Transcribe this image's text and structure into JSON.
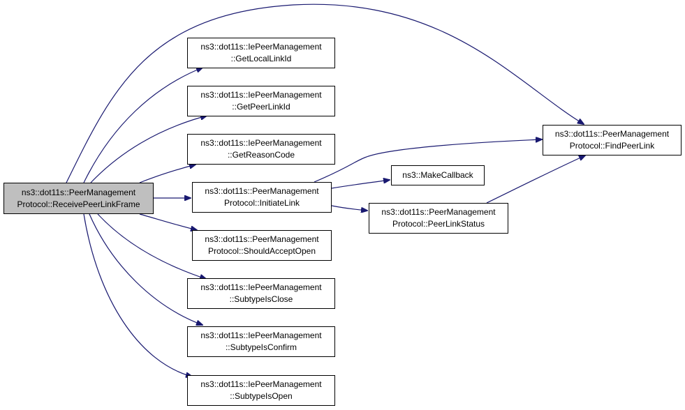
{
  "colors": {
    "edge": "#191970",
    "root_fill": "#bfbfbf",
    "node_fill": "#ffffff",
    "border": "#000000"
  },
  "nodes": {
    "root": {
      "line1": "ns3::dot11s::PeerManagement",
      "line2": "Protocol::ReceivePeerLinkFrame"
    },
    "get_local_link_id": {
      "line1": "ns3::dot11s::IePeerManagement",
      "line2": "::GetLocalLinkId"
    },
    "get_peer_link_id": {
      "line1": "ns3::dot11s::IePeerManagement",
      "line2": "::GetPeerLinkId"
    },
    "get_reason_code": {
      "line1": "ns3::dot11s::IePeerManagement",
      "line2": "::GetReasonCode"
    },
    "initiate_link": {
      "line1": "ns3::dot11s::PeerManagement",
      "line2": "Protocol::InitiateLink"
    },
    "should_accept_open": {
      "line1": "ns3::dot11s::PeerManagement",
      "line2": "Protocol::ShouldAcceptOpen"
    },
    "subtype_is_close": {
      "line1": "ns3::dot11s::IePeerManagement",
      "line2": "::SubtypeIsClose"
    },
    "subtype_is_confirm": {
      "line1": "ns3::dot11s::IePeerManagement",
      "line2": "::SubtypeIsConfirm"
    },
    "subtype_is_open": {
      "line1": "ns3::dot11s::IePeerManagement",
      "line2": "::SubtypeIsOpen"
    },
    "make_callback": {
      "line1": "ns3::MakeCallback"
    },
    "peer_link_status": {
      "line1": "ns3::dot11s::PeerManagement",
      "line2": "Protocol::PeerLinkStatus"
    },
    "find_peer_link": {
      "line1": "ns3::dot11s::PeerManagement",
      "line2": "Protocol::FindPeerLink"
    }
  },
  "edges": [
    {
      "from": "root",
      "to": "find_peer_link"
    },
    {
      "from": "root",
      "to": "get_local_link_id"
    },
    {
      "from": "root",
      "to": "get_peer_link_id"
    },
    {
      "from": "root",
      "to": "get_reason_code"
    },
    {
      "from": "root",
      "to": "initiate_link"
    },
    {
      "from": "root",
      "to": "should_accept_open"
    },
    {
      "from": "root",
      "to": "subtype_is_close"
    },
    {
      "from": "root",
      "to": "subtype_is_confirm"
    },
    {
      "from": "root",
      "to": "subtype_is_open"
    },
    {
      "from": "initiate_link",
      "to": "find_peer_link"
    },
    {
      "from": "initiate_link",
      "to": "make_callback"
    },
    {
      "from": "initiate_link",
      "to": "peer_link_status"
    },
    {
      "from": "peer_link_status",
      "to": "find_peer_link"
    }
  ]
}
